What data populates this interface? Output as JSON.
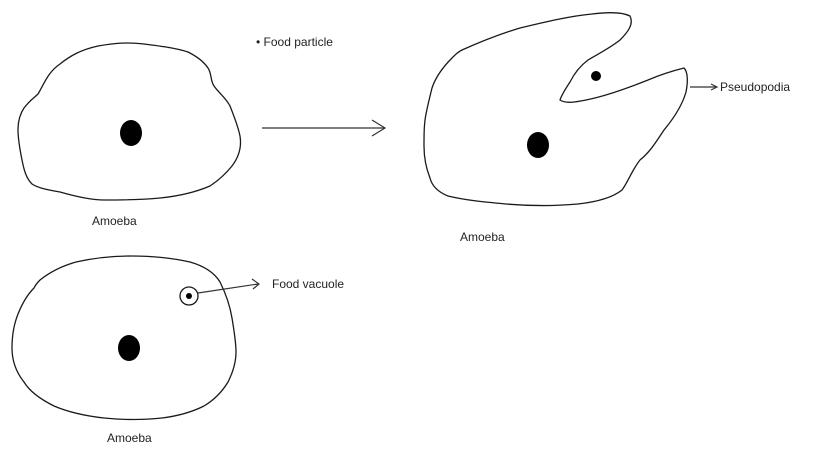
{
  "labels": {
    "amoeba_top_left": "Amoeba",
    "amoeba_top_right": "Amoeba",
    "amoeba_bottom": "Amoeba",
    "food_particle": "• Food particle",
    "pseudopodia": "Pseudopodia",
    "food_vacuole": "Food vacuole"
  },
  "colors": {
    "outline": "#1a1a1a",
    "nucleus": "#000000",
    "text": "#222222",
    "background": "#ffffff"
  }
}
